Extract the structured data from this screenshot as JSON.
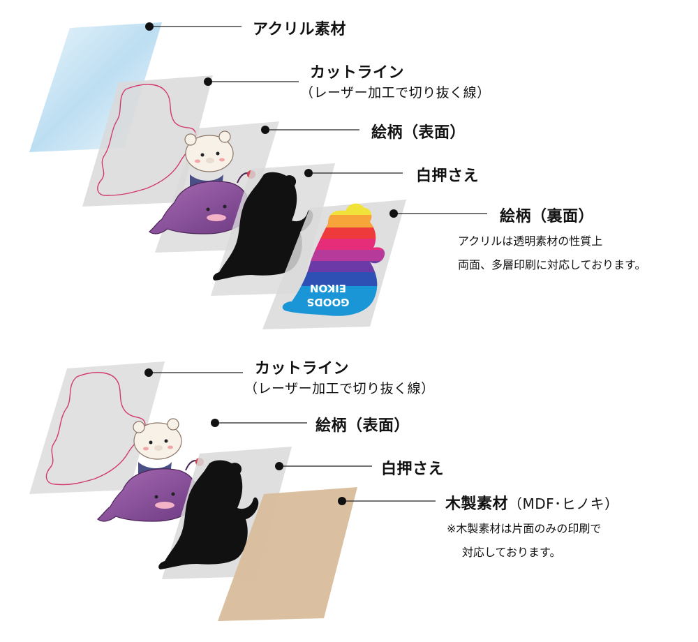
{
  "acrylic": {
    "layers": {
      "material": {
        "title": "アクリル素材"
      },
      "cutline": {
        "title": "カットライン",
        "subtitle": "（レーザー加工で切り抜く線）"
      },
      "front_print": {
        "title": "絵柄（表面）"
      },
      "white_base": {
        "title": "白押さえ"
      },
      "back_print": {
        "title": "絵柄（裏面）"
      }
    },
    "note_lines": [
      "アクリルは透明素材の性質上",
      "両面、多層印刷に対応しております。"
    ],
    "back_print_text": [
      "EIKON",
      "GOODS"
    ]
  },
  "wood": {
    "layers": {
      "cutline": {
        "title": "カットライン",
        "subtitle": "（レーザー加工で切り抜く線）"
      },
      "front_print": {
        "title": "絵柄（表面）"
      },
      "white_base": {
        "title": "白押さえ"
      },
      "material": {
        "title": "木製素材",
        "title_suffix": "（MDF･ヒノキ）"
      }
    },
    "note_lines": [
      "※木製素材は片面のみの印刷で",
      "対応しております。"
    ]
  },
  "colors": {
    "cutline": "#d23a6a",
    "panel_gray": "#d9d9d9",
    "wood": "#d8bd9b",
    "acrylic_blue": "#bfe0f3",
    "character_purple": "#8f4a98",
    "white_base": "#111111"
  },
  "icons": [
    "bear-character-icon",
    "whale-character-icon",
    "rainbow-silhouette-icon"
  ]
}
